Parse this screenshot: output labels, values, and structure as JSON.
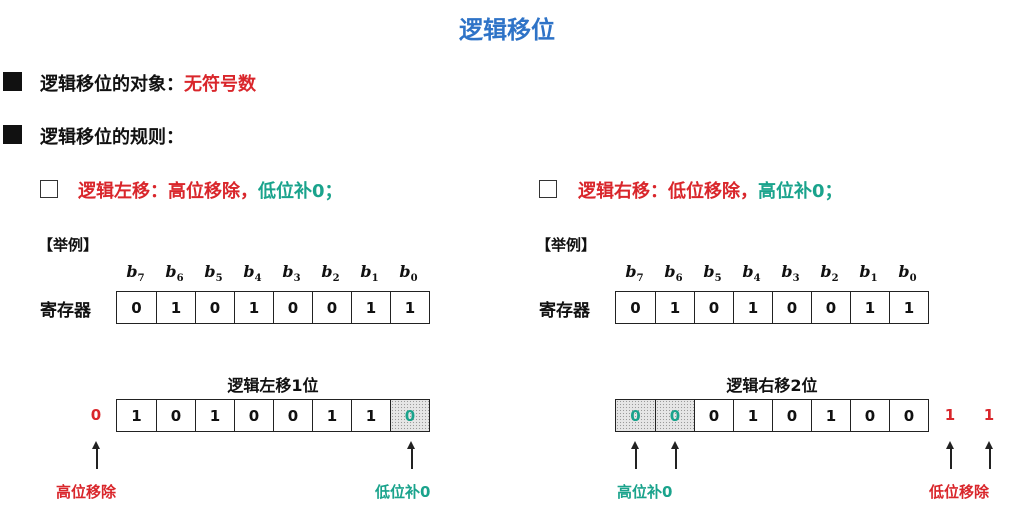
{
  "title": "逻辑移位",
  "bullet1": {
    "label": "逻辑移位的对象：",
    "value": "无符号数"
  },
  "bullet2": {
    "label": "逻辑移位的规则："
  },
  "left_rule": {
    "name": "逻辑左移：",
    "part1": "高位移除，",
    "part2": "低位补0；"
  },
  "right_rule": {
    "name": "逻辑右移：",
    "part1": "低位移除，",
    "part2": "高位补0；"
  },
  "example_label": "【举例】",
  "register_label": "寄存器",
  "bit_labels": [
    {
      "base": "b",
      "sub": "7"
    },
    {
      "base": "b",
      "sub": "6"
    },
    {
      "base": "b",
      "sub": "5"
    },
    {
      "base": "b",
      "sub": "4"
    },
    {
      "base": "b",
      "sub": "3"
    },
    {
      "base": "b",
      "sub": "2"
    },
    {
      "base": "b",
      "sub": "1"
    },
    {
      "base": "b",
      "sub": "0"
    }
  ],
  "register_bits": [
    "0",
    "1",
    "0",
    "1",
    "0",
    "0",
    "1",
    "1"
  ],
  "left_shift": {
    "title": "逻辑左移1位",
    "shifted_out": [
      "0"
    ],
    "bits": [
      "1",
      "0",
      "1",
      "0",
      "0",
      "1",
      "1",
      "0"
    ],
    "filled_positions": [
      7
    ],
    "note_out": "高位移除",
    "note_fill": "低位补0"
  },
  "right_shift": {
    "title": "逻辑右移2位",
    "shifted_out": [
      "1",
      "1"
    ],
    "bits": [
      "0",
      "0",
      "0",
      "1",
      "0",
      "1",
      "0",
      "0"
    ],
    "filled_positions": [
      0,
      1
    ],
    "note_out": "低位移除",
    "note_fill": "高位补0"
  },
  "colors": {
    "title": "#2e73c7",
    "removed": "#d9262b",
    "filled": "#1aa38c"
  }
}
